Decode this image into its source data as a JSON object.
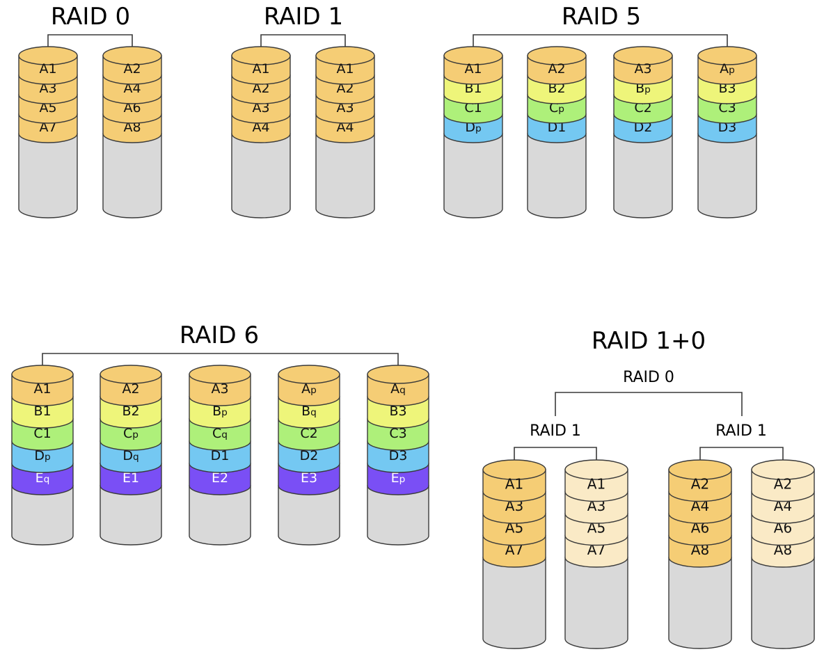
{
  "titles": {
    "raid0": "RAID 0",
    "raid1": "RAID 1",
    "raid5": "RAID 5",
    "raid6": "RAID 6",
    "raid10": "RAID 1+0",
    "raid10_stripe": "RAID 0",
    "raid10_mirror_left": "RAID 1",
    "raid10_mirror_right": "RAID 1"
  },
  "colors": {
    "A": "#f5cd75",
    "A_light": "#faeac6",
    "B": "#eef57a",
    "C": "#aef07a",
    "D": "#74c8f2",
    "E": "#7a4ff5",
    "disk_body": "#d9d9d9",
    "outline": "#3a3a3a"
  },
  "diagrams": {
    "raid0": {
      "disks": [
        {
          "blocks": [
            [
              "A1",
              "A"
            ],
            [
              "A3",
              "A"
            ],
            [
              "A5",
              "A"
            ],
            [
              "A7",
              "A"
            ]
          ]
        },
        {
          "blocks": [
            [
              "A2",
              "A"
            ],
            [
              "A4",
              "A"
            ],
            [
              "A6",
              "A"
            ],
            [
              "A8",
              "A"
            ]
          ]
        }
      ]
    },
    "raid1": {
      "disks": [
        {
          "blocks": [
            [
              "A1",
              "A"
            ],
            [
              "A2",
              "A"
            ],
            [
              "A3",
              "A"
            ],
            [
              "A4",
              "A"
            ]
          ]
        },
        {
          "blocks": [
            [
              "A1",
              "A"
            ],
            [
              "A2",
              "A"
            ],
            [
              "A3",
              "A"
            ],
            [
              "A4",
              "A"
            ]
          ]
        }
      ]
    },
    "raid5": {
      "disks": [
        {
          "blocks": [
            [
              "A1",
              "A"
            ],
            [
              "B1",
              "B"
            ],
            [
              "C1",
              "C"
            ],
            [
              "Dp",
              "D"
            ]
          ]
        },
        {
          "blocks": [
            [
              "A2",
              "A"
            ],
            [
              "B2",
              "B"
            ],
            [
              "Cp",
              "C"
            ],
            [
              "D1",
              "D"
            ]
          ]
        },
        {
          "blocks": [
            [
              "A3",
              "A"
            ],
            [
              "Bp",
              "B"
            ],
            [
              "C2",
              "C"
            ],
            [
              "D2",
              "D"
            ]
          ]
        },
        {
          "blocks": [
            [
              "Ap",
              "A"
            ],
            [
              "B3",
              "B"
            ],
            [
              "C3",
              "C"
            ],
            [
              "D3",
              "D"
            ]
          ]
        }
      ]
    },
    "raid6": {
      "disks": [
        {
          "blocks": [
            [
              "A1",
              "A"
            ],
            [
              "B1",
              "B"
            ],
            [
              "C1",
              "C"
            ],
            [
              "Dp",
              "D"
            ],
            [
              "Eq",
              "E"
            ]
          ]
        },
        {
          "blocks": [
            [
              "A2",
              "A"
            ],
            [
              "B2",
              "B"
            ],
            [
              "Cp",
              "C"
            ],
            [
              "Dq",
              "D"
            ],
            [
              "E1",
              "E"
            ]
          ]
        },
        {
          "blocks": [
            [
              "A3",
              "A"
            ],
            [
              "Bp",
              "B"
            ],
            [
              "Cq",
              "C"
            ],
            [
              "D1",
              "D"
            ],
            [
              "E2",
              "E"
            ]
          ]
        },
        {
          "blocks": [
            [
              "Ap",
              "A"
            ],
            [
              "Bq",
              "B"
            ],
            [
              "C2",
              "C"
            ],
            [
              "D2",
              "D"
            ],
            [
              "E3",
              "E"
            ]
          ]
        },
        {
          "blocks": [
            [
              "Aq",
              "A"
            ],
            [
              "B3",
              "B"
            ],
            [
              "C3",
              "C"
            ],
            [
              "D3",
              "D"
            ],
            [
              "Ep",
              "E"
            ]
          ]
        }
      ]
    },
    "raid10": {
      "disks": [
        {
          "blocks": [
            [
              "A1",
              "A"
            ],
            [
              "A3",
              "A"
            ],
            [
              "A5",
              "A"
            ],
            [
              "A7",
              "A"
            ]
          ]
        },
        {
          "blocks": [
            [
              "A1",
              "A_light"
            ],
            [
              "A3",
              "A_light"
            ],
            [
              "A5",
              "A_light"
            ],
            [
              "A7",
              "A_light"
            ]
          ]
        },
        {
          "blocks": [
            [
              "A2",
              "A"
            ],
            [
              "A4",
              "A"
            ],
            [
              "A6",
              "A"
            ],
            [
              "A8",
              "A"
            ]
          ]
        },
        {
          "blocks": [
            [
              "A2",
              "A_light"
            ],
            [
              "A4",
              "A_light"
            ],
            [
              "A6",
              "A_light"
            ],
            [
              "A8",
              "A_light"
            ]
          ]
        }
      ]
    }
  }
}
